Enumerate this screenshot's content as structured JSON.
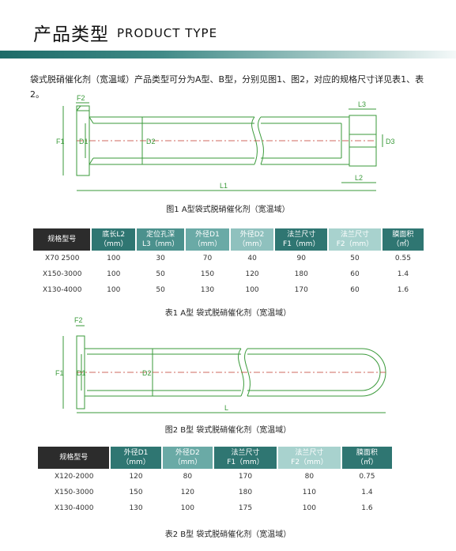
{
  "header": {
    "title_cn": "产品类型",
    "title_en": "PRODUCT TYPE"
  },
  "intro": "袋式脱硝催化剂（宽温域）产品类型可分为A型、B型，分别见图1、图2，对应的规格尺寸详见表1、表2。",
  "figure1": {
    "caption": "图1 A型袋式脱硝催化剂（宽温域）",
    "labels": {
      "F2": "F2",
      "L3": "L3",
      "F1": "F1",
      "D1": "D1",
      "D2": "D2",
      "D3": "D3",
      "L2": "L2",
      "L1": "L1"
    }
  },
  "table1": {
    "caption": "表1 A型 袋式脱硝催化剂（宽温域）",
    "headers": [
      {
        "line1": "规格型号",
        "line2": ""
      },
      {
        "line1": "底长L2",
        "line2": "（mm）"
      },
      {
        "line1": "定位孔深",
        "line2": "L3（mm）"
      },
      {
        "line1": "外径D1",
        "line2": "（mm）"
      },
      {
        "line1": "外径D2",
        "line2": "（mm）"
      },
      {
        "line1": "法兰尺寸",
        "line2": "F1（mm）"
      },
      {
        "line1": "法兰尺寸",
        "line2": "F2（mm）"
      },
      {
        "line1": "膜面积",
        "line2": "（㎡）"
      }
    ],
    "rows": [
      [
        "X70  2500",
        "100",
        "30",
        "70",
        "40",
        "90",
        "50",
        "0.55"
      ],
      [
        "X150-3000",
        "100",
        "50",
        "150",
        "120",
        "180",
        "60",
        "1.4"
      ],
      [
        "X130-4000",
        "100",
        "50",
        "130",
        "100",
        "170",
        "60",
        "1.6"
      ]
    ]
  },
  "figure2": {
    "caption": "图2 B型 袋式脱硝催化剂（宽温域）",
    "labels": {
      "F2": "F2",
      "F1": "F1",
      "D1": "D1",
      "D2": "D2",
      "L": "L"
    }
  },
  "table2": {
    "caption": "表2 B型 袋式脱硝催化剂（宽温域）",
    "headers": [
      {
        "line1": "规格型号",
        "line2": ""
      },
      {
        "line1": "外径D1",
        "line2": "（mm）"
      },
      {
        "line1": "外径D2",
        "line2": "（mm）"
      },
      {
        "line1": "法兰尺寸",
        "line2": "F1（mm）"
      },
      {
        "line1": "法兰尺寸",
        "line2": "F2（mm）"
      },
      {
        "line1": "膜面积",
        "line2": "（㎡）"
      }
    ],
    "rows": [
      [
        "X120-2000",
        "120",
        "80",
        "170",
        "80",
        "0.75"
      ],
      [
        "X150-3000",
        "150",
        "120",
        "180",
        "110",
        "1.4"
      ],
      [
        "X130-4000",
        "130",
        "100",
        "175",
        "100",
        "1.6"
      ]
    ]
  },
  "colors": {
    "accent": "#2f7672",
    "line": "#3a9a3a",
    "centerline": "#c0392b",
    "header_dark": "#2c2c2c"
  }
}
